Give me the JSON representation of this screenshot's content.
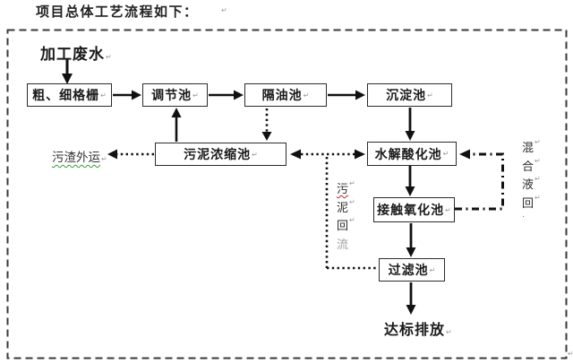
{
  "title": "项目总体工艺流程如下：",
  "marks": {
    "return": "↵",
    "dot": "·"
  },
  "source_label": "加工废水",
  "boxes": [
    {
      "label": "粗、细格栅"
    },
    {
      "label": "调节池"
    },
    {
      "label": "隔油池"
    },
    {
      "label": "沉淀池"
    },
    {
      "label": "污泥浓缩池"
    },
    {
      "label": "水解酸化池"
    },
    {
      "label": "接触氧化池"
    },
    {
      "label": "过滤池"
    }
  ],
  "labels": {
    "slag_out": "污渣外运",
    "discharge": "达标排放",
    "sludge_return_chars": [
      "污",
      "泥",
      "回",
      "流"
    ],
    "mixed_liquor_chars": [
      "混",
      "合",
      "液",
      "回"
    ]
  },
  "colors": {
    "line": "#111111",
    "border_dash": "#3a3a3a",
    "spellcheck_green": "#3a9a3a",
    "spellcheck_red": "#cc2222"
  }
}
